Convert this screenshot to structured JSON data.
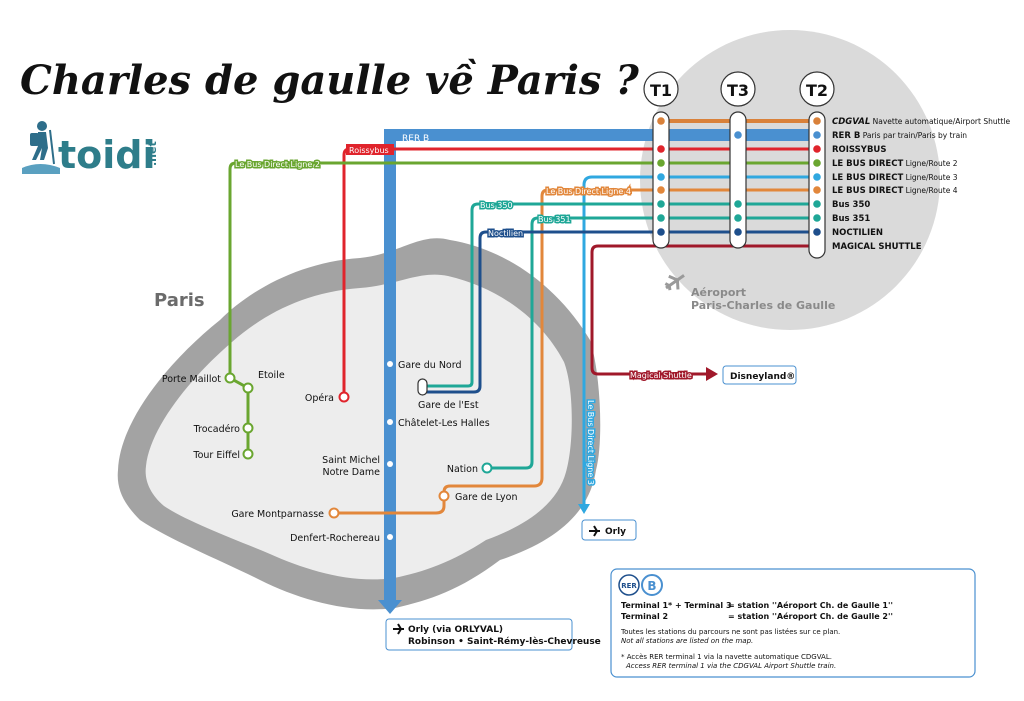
{
  "title": "Charles de gaulle về Paris ?",
  "logo": {
    "text": "toidi",
    "suffix": ".net",
    "color": "#2e7d8a"
  },
  "terminals": [
    "T1",
    "T3",
    "T2"
  ],
  "airport": {
    "name_line1": "Aéroport",
    "name_line2": "Paris-Charles de Gaulle",
    "icon": "airplane-icon"
  },
  "city_label": "Paris",
  "legend": [
    {
      "key": "cdgval",
      "name": "CDGVAL",
      "desc": "Navette automatique/Airport Shuttle",
      "color": "#d9813a"
    },
    {
      "key": "rerb",
      "name": "RER B",
      "desc": "Paris par train/Paris by train",
      "color": "#4a90d0"
    },
    {
      "key": "roissybus",
      "name": "ROISSYBUS",
      "desc": "",
      "color": "#e0242c"
    },
    {
      "key": "ld2",
      "name": "LE BUS DIRECT",
      "desc": "Ligne/Route 2",
      "color": "#6aa630"
    },
    {
      "key": "ld3",
      "name": "LE BUS DIRECT",
      "desc": "Ligne/Route 3",
      "color": "#30a8e0"
    },
    {
      "key": "ld4",
      "name": "LE BUS DIRECT",
      "desc": "Ligne/Route 4",
      "color": "#e2873b"
    },
    {
      "key": "bus350",
      "name": "Bus 350",
      "desc": "",
      "color": "#1fa797"
    },
    {
      "key": "bus351",
      "name": "Bus 351",
      "desc": "",
      "color": "#1fa797"
    },
    {
      "key": "noctilien",
      "name": "NOCTILIEN",
      "desc": "",
      "color": "#1e4f8c"
    },
    {
      "key": "magical",
      "name": "MAGICAL SHUTTLE",
      "desc": "",
      "color": "#a0182a"
    }
  ],
  "line_labels": {
    "rerb": "RER B",
    "roissybus": "Roissybus",
    "ld2": "Le Bus Direct Ligne 2",
    "ld4": "Le Bus Direct Ligne 4",
    "ld3": "Le Bus Direct Ligne 3",
    "bus350": "Bus 350",
    "bus351": "Bus 351",
    "noctilien": "Noctilien",
    "magical": "Magical Shuttle"
  },
  "stations": {
    "porte_maillot": "Porte Maillot",
    "etoile": "Etoile",
    "trocadero": "Trocadéro",
    "tour_eiffel": "Tour Eiffel",
    "opera": "Opéra",
    "gare_du_nord": "Gare du Nord",
    "gare_de_lest": "Gare de l'Est",
    "chatelet": "Châtelet-Les Halles",
    "saint_michel_1": "Saint Michel",
    "saint_michel_2": "Notre Dame",
    "nation": "Nation",
    "gare_de_lyon": "Gare de Lyon",
    "montparnasse": "Gare Montparnasse",
    "denfert": "Denfert-Rochereau"
  },
  "destinations": {
    "disneyland": "Disneyland®",
    "orly": "Orly",
    "orly_val": "Orly (via ORLYVAL)",
    "robinson": "Robinson • Saint-Rémy-lès-Chevreuse"
  },
  "info_box": {
    "badge_rer": "RER",
    "badge_b": "B",
    "row1_left": "Terminal 1* + Terminal 3",
    "row1_right": "= station ''Aéroport Ch. de Gaulle 1''",
    "row2_left": "Terminal 2",
    "row2_right": "= station ''Aéroport Ch. de Gaulle 2''",
    "note1": "Toutes les stations du parcours ne sont pas listées sur ce plan.",
    "note2": "Not all stations are listed on the map.",
    "footnote1": "* Accès RER terminal 1 via la navette automatique CDGVAL.",
    "footnote2": "Access RER terminal 1 via the CDGVAL Airport Shuttle train."
  }
}
